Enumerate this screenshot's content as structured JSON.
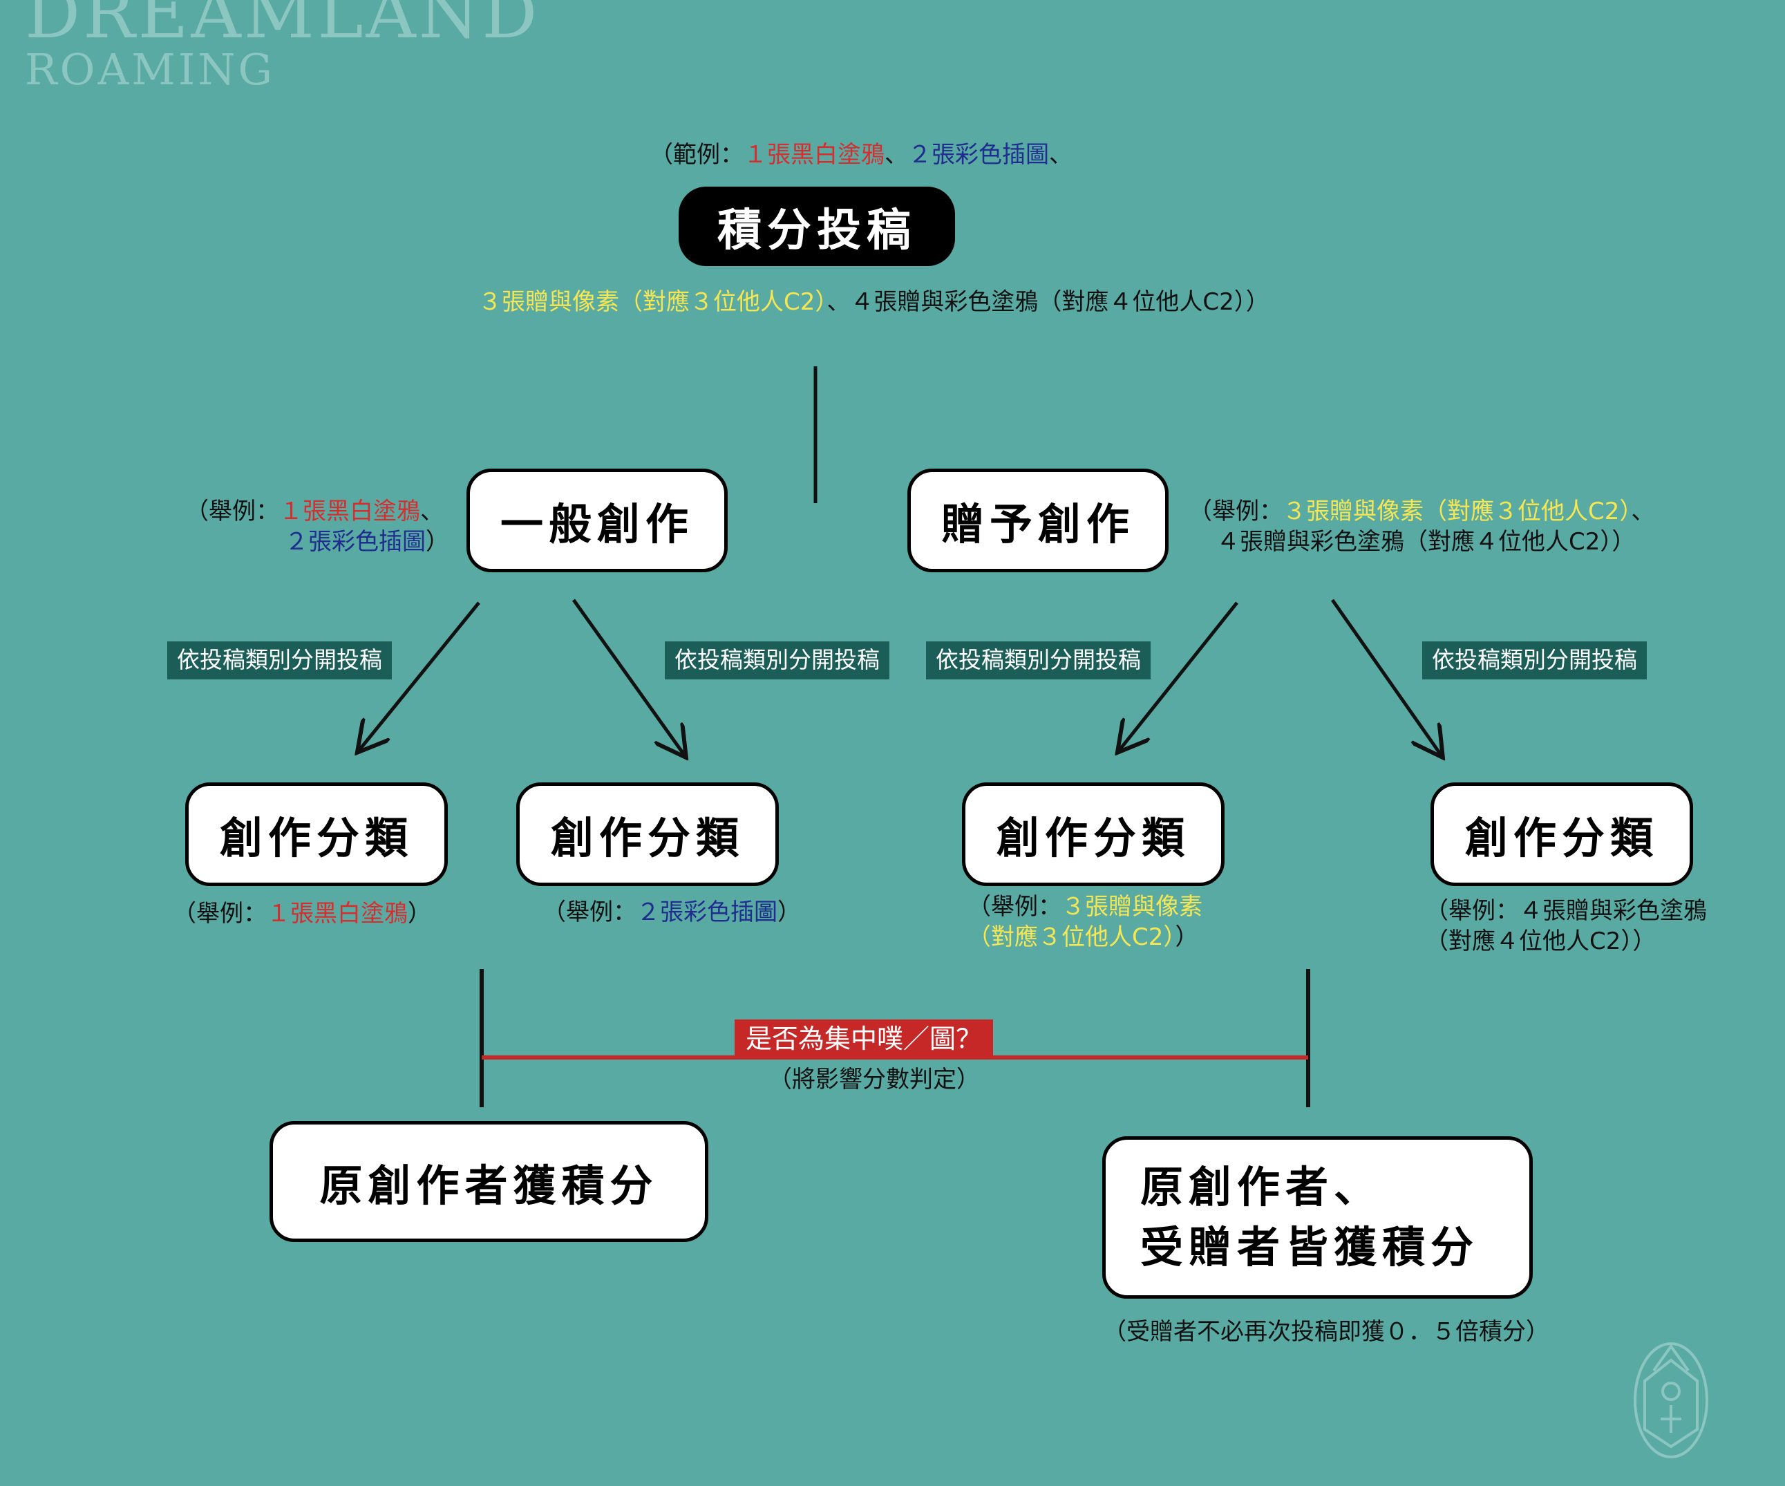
{
  "logo": {
    "line1": "DREAMLAND",
    "line2": "ROAMING"
  },
  "top": {
    "example_prefix": "（範例：",
    "example_red": "１張黑白塗鴉",
    "example_sep1": "、",
    "example_blue": "２張彩色插圖",
    "example_sep2": "、",
    "title": "積分投稿",
    "example2_yellow": "３張贈與像素（對應３位他人C2）",
    "example2_sep": "、",
    "example2_rest": "４張贈與彩色塗鴉（對應４位他人C2））"
  },
  "general": {
    "title": "一般創作",
    "example_prefix": "（舉例：",
    "example_red": "１張黑白塗鴉",
    "example_sep": "、",
    "example_blue": "２張彩色插圖",
    "example_close": "）"
  },
  "gift": {
    "title": "贈予創作",
    "example_prefix": "（舉例：",
    "example_yellow": "３張贈與像素（對應３位他人C2）",
    "example_sep": "、",
    "example_line2": "４張贈與彩色塗鴉（對應４位他人C2））"
  },
  "split_label": "依投稿類別分開投稿",
  "categories": [
    {
      "title": "創作分類",
      "prefix": "（舉例：",
      "highlight": "１張黑白塗鴉",
      "close": "）"
    },
    {
      "title": "創作分類",
      "prefix": "（舉例：",
      "highlight": "２張彩色插圖",
      "close": "）"
    },
    {
      "title": "創作分類",
      "prefix": "（舉例：",
      "highlight": "３張贈與像素",
      "line2": "（對應３位他人C2）",
      "close": "）"
    },
    {
      "title": "創作分類",
      "prefix": "（舉例：",
      "highlight": "４張贈與彩色塗鴉",
      "line2": "（對應４位他人C2）",
      "close": "）"
    }
  ],
  "question": {
    "label": "是否為集中噗／圖？",
    "note": "（將影響分數判定）"
  },
  "result_left": {
    "title": "原創作者獲積分"
  },
  "result_right": {
    "line1": "原創作者、",
    "line2": "受贈者皆獲積分",
    "note": "（受贈者不必再次投稿即獲０．５倍積分）"
  },
  "colors": {
    "background": "#5aaaa4",
    "red": "#d62e2e",
    "blue": "#1f2d8e",
    "yellow": "#f5e654",
    "tag": "#1b5e58",
    "question": "#c62828"
  }
}
